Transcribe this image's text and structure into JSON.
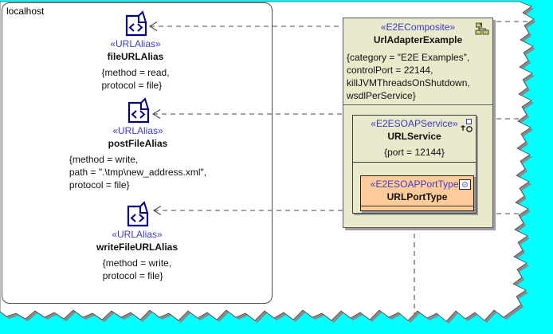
{
  "localhost_node": {
    "label": "localhost"
  },
  "artifacts": [
    {
      "stereotype": "«URLAlias»",
      "name": "fileURLAlias",
      "tags": [
        "{method = read,",
        "protocol = file}"
      ]
    },
    {
      "stereotype": "«URLAlias»",
      "name": "postFileAlias",
      "tags": [
        "{method = write,",
        "path = \".\\tmp\\new_address.xml\",",
        "protocol = file}"
      ]
    },
    {
      "stereotype": "«URLAlias»",
      "name": "writeFileURLAlias",
      "tags": [
        "{method = write,",
        "protocol = file}"
      ]
    }
  ],
  "composite": {
    "stereotype": "«E2EComposite»",
    "name": "UrlAdapterExample",
    "tags": [
      "{category = \"E2E Examples\",",
      "controlPort = 22144,",
      "killJVMThreadsOnShutdown,",
      "wsdlPerService}"
    ]
  },
  "service": {
    "stereotype": "«E2ESOAPService»",
    "name": "URLService",
    "tags": [
      "{port = 12144}"
    ]
  },
  "port_type": {
    "stereotype": "«E2ESOAPPortType»",
    "name": "URLPortType"
  },
  "icons": {
    "artifact": "artifact-document-icon",
    "composite": "composite-hierarchy-icon",
    "service": "soap-port-icon",
    "port_type": "interface-class-icon"
  },
  "colors": {
    "canvas": "#00FFFF",
    "page": "#FFFFFF",
    "composite_fill": "#E9E9CB",
    "port_type_fill": "#FFCC99",
    "stereotype_text": "#3A3ACB",
    "artifact_icon": "#00008B",
    "connector": "#4a4a4a",
    "shadow": "#9c9c9c"
  }
}
